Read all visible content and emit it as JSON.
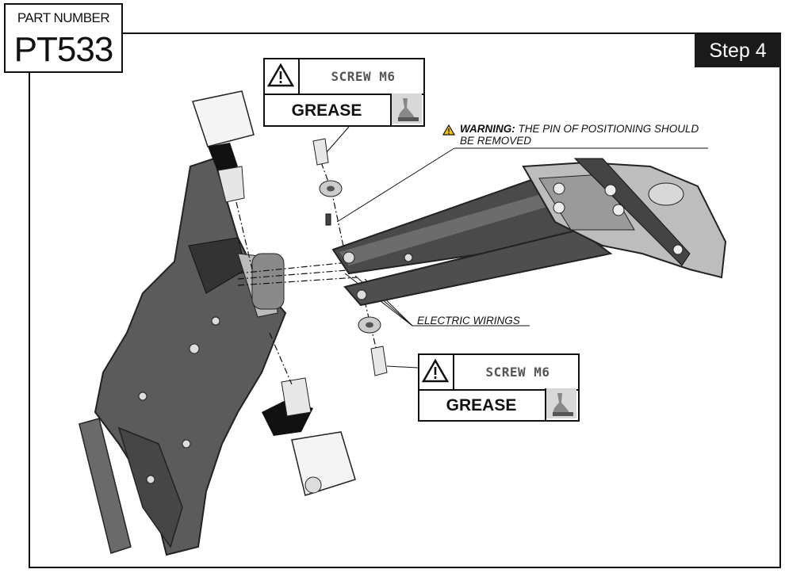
{
  "part": {
    "label": "PART NUMBER",
    "value": "PT533"
  },
  "step": "Step 4",
  "labels": {
    "top": {
      "screw": "SCREW M6",
      "grease": "GREASE"
    },
    "bottom": {
      "screw": "SCREW M6",
      "grease": "GREASE"
    }
  },
  "warning": {
    "prefix": "WARNING:",
    "text": " THE PIN OF POSITIONING SHOULD BE REMOVED"
  },
  "electric_wirings": "ELECTRIC WIRINGS"
}
